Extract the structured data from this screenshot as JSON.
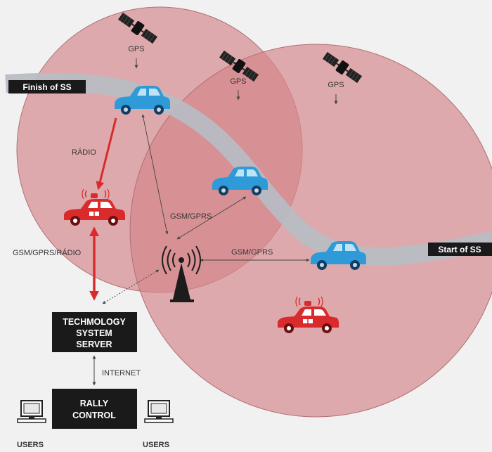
{
  "labels": {
    "finish": "Finish of SS",
    "start": "Start of SS",
    "gps": "GPS",
    "radio": "RÁDIO",
    "gsm_gprs": "GSM/GPRS",
    "gsm_gprs_radio": "GSM/GPRS/RÁDIO",
    "internet": "INTERNET",
    "users": "USERS"
  },
  "server_box": {
    "line1": "TECHMOLOGY",
    "line2": "SYSTEM",
    "line3": "SERVER"
  },
  "control_box": {
    "line1": "RALLY",
    "line2": "CONTROL"
  },
  "colors": {
    "background": "#f1f1f1",
    "zone_fill": "#d4868b",
    "zone_stroke": "#b07074",
    "road": "#b8bcc3",
    "car_blue": "#2f9ad8",
    "car_red": "#d92b2b",
    "arrow_red": "#d92b2b",
    "box": "#1a1a1a",
    "text": "#333333"
  }
}
